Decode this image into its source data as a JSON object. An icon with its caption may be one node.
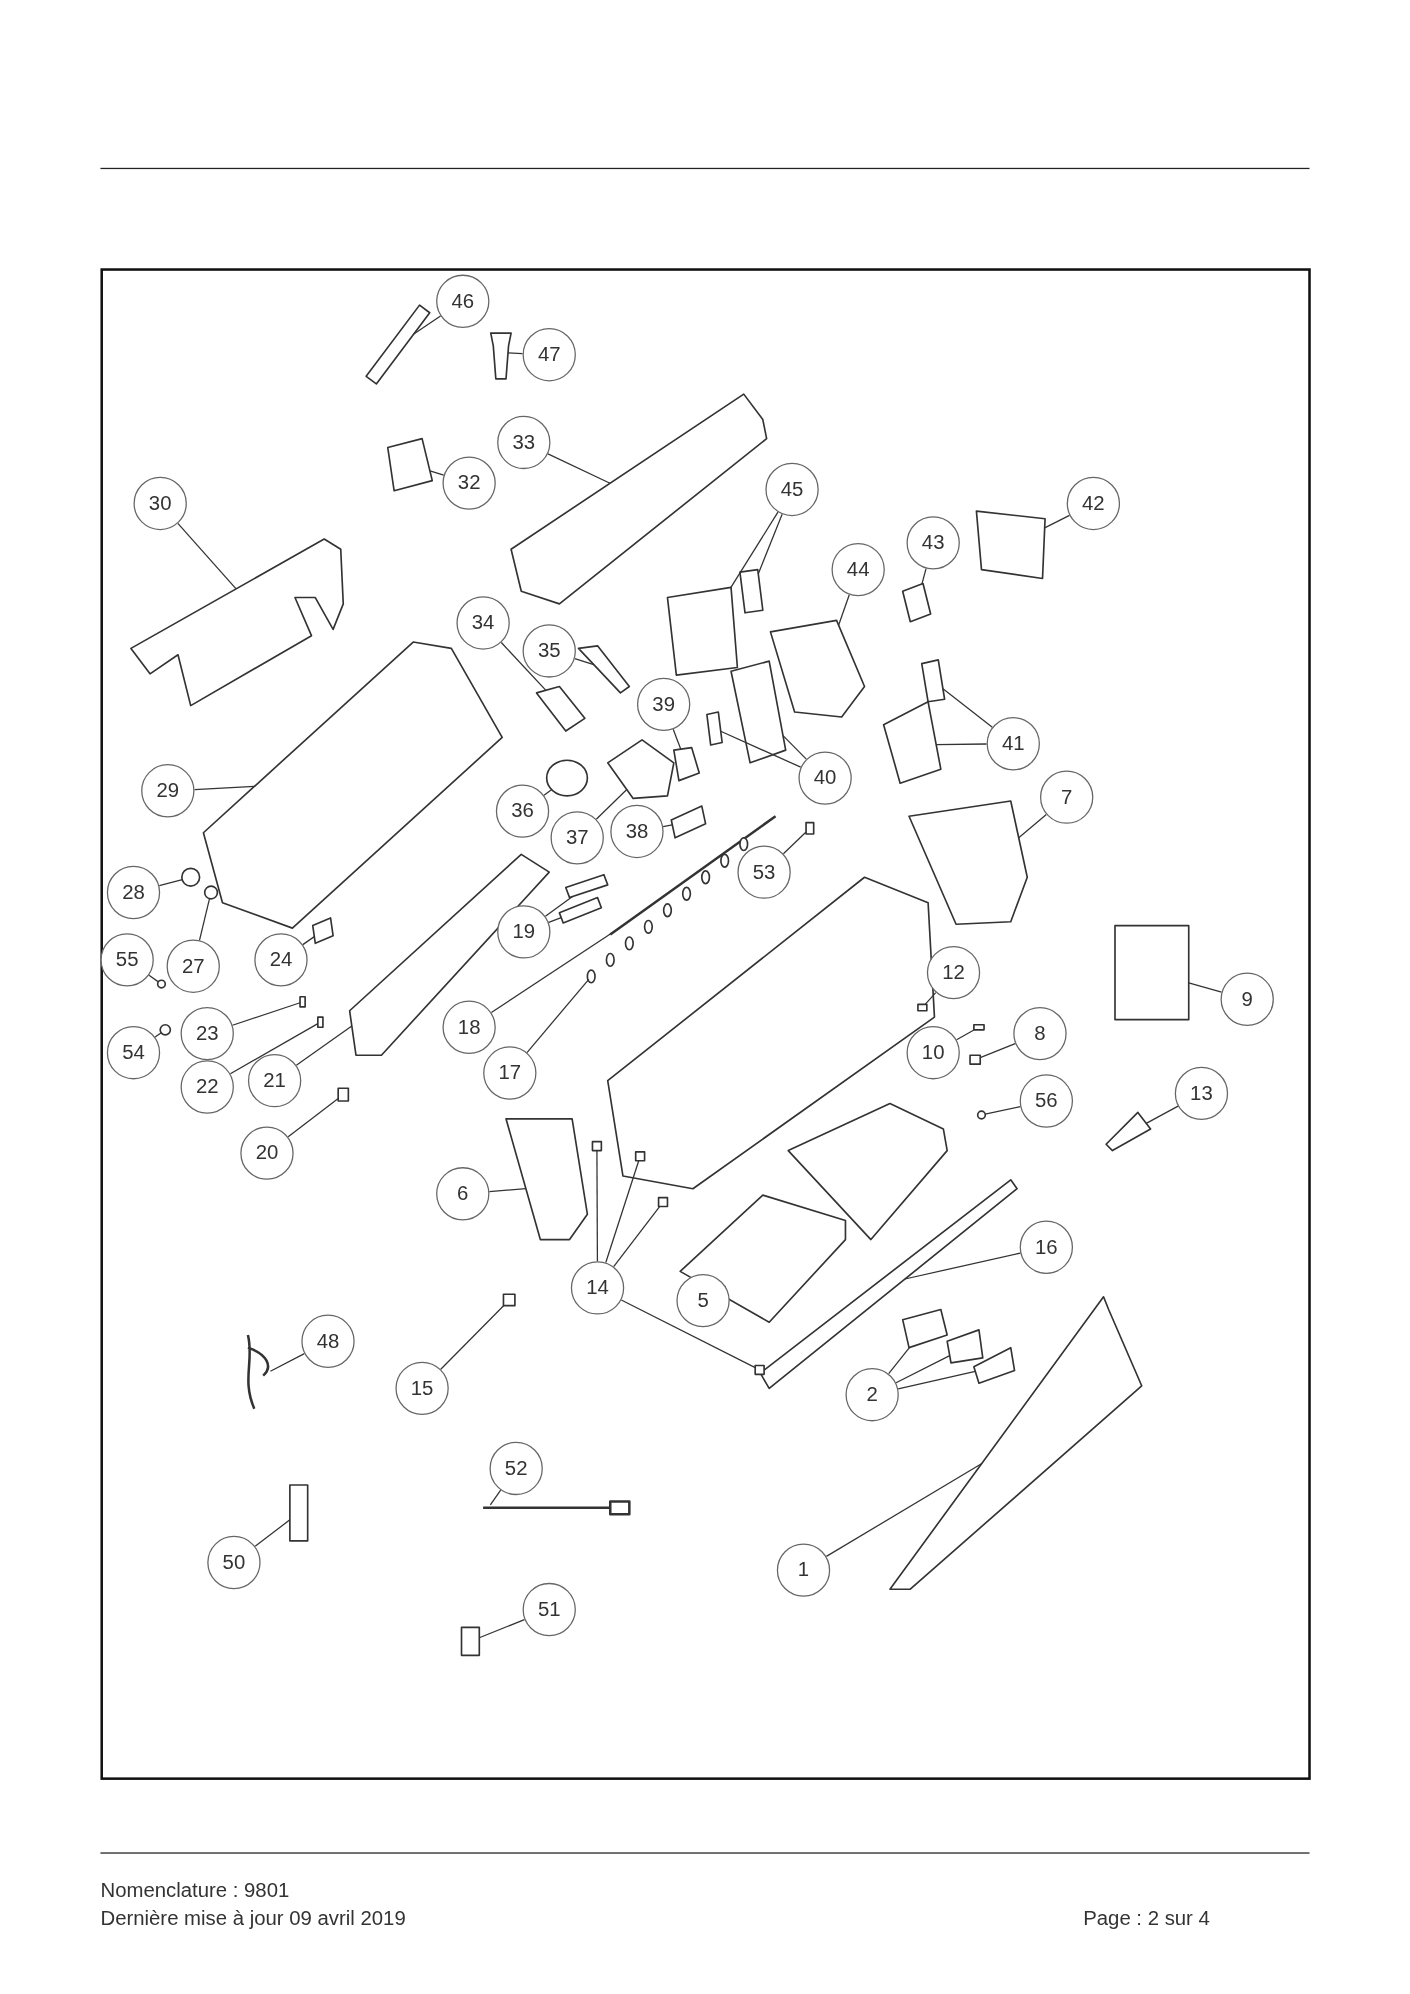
{
  "diagram": {
    "nodes": [
      {
        "text": [
          "46"
        ]
      },
      {
        "text": [
          "47"
        ]
      },
      {
        "text": [
          "33"
        ]
      },
      {
        "text": [
          "32"
        ]
      },
      {
        "text": [
          "30"
        ]
      },
      {
        "text": [
          "45"
        ]
      },
      {
        "text": [
          "42"
        ]
      },
      {
        "text": [
          "43"
        ]
      },
      {
        "text": [
          "44"
        ]
      },
      {
        "text": [
          "34"
        ]
      },
      {
        "text": [
          "35"
        ]
      },
      {
        "text": [
          "39"
        ]
      },
      {
        "text": [
          "29"
        ]
      },
      {
        "text": [
          "40"
        ]
      },
      {
        "text": [
          "41"
        ]
      },
      {
        "text": [
          "7"
        ]
      },
      {
        "text": [
          "36"
        ]
      },
      {
        "text": [
          "37"
        ]
      },
      {
        "text": [
          "38"
        ]
      },
      {
        "text": [
          "53"
        ]
      },
      {
        "text": [
          "28"
        ]
      },
      {
        "text": [
          "24"
        ]
      },
      {
        "text": [
          "19"
        ]
      },
      {
        "text": [
          "55"
        ]
      },
      {
        "text": [
          "27"
        ]
      },
      {
        "text": [
          "12"
        ]
      },
      {
        "text": [
          "9"
        ]
      },
      {
        "text": [
          "23"
        ]
      },
      {
        "text": [
          "18"
        ]
      },
      {
        "text": [
          "8"
        ]
      },
      {
        "text": [
          "54"
        ]
      },
      {
        "text": [
          "10"
        ]
      },
      {
        "text": [
          "22"
        ]
      },
      {
        "text": [
          "21"
        ]
      },
      {
        "text": [
          "17"
        ]
      },
      {
        "text": [
          "56"
        ]
      },
      {
        "text": [
          "13"
        ]
      },
      {
        "text": [
          "20"
        ]
      },
      {
        "text": [
          "6"
        ]
      },
      {
        "text": [
          "16"
        ]
      },
      {
        "text": [
          "14"
        ]
      },
      {
        "text": [
          "5"
        ]
      },
      {
        "text": [
          "48"
        ]
      },
      {
        "text": [
          "15"
        ]
      },
      {
        "text": [
          "2"
        ]
      },
      {
        "text": [
          "52"
        ]
      },
      {
        "text": [
          "1"
        ]
      },
      {
        "text": [
          "50"
        ]
      },
      {
        "text": [
          "51"
        ]
      },
      {
        "text": [],
        "shape": "box"
      },
      {
        "text": [],
        "shape": "box"
      },
      {
        "text": [],
        "shape": "box"
      },
      {
        "text": [],
        "shape": "box"
      },
      {
        "text": [],
        "shape": "box"
      },
      {
        "text": [],
        "shape": "box"
      },
      {
        "text": [],
        "shape": "box"
      },
      {
        "text": [],
        "shape": "box"
      },
      {
        "text": [],
        "shape": "box"
      },
      {
        "text": [],
        "shape": "box"
      },
      {
        "text": [],
        "shape": "box"
      },
      {
        "text": [],
        "shape": "box"
      },
      {
        "text": [],
        "shape": "box"
      },
      {
        "text": [],
        "shape": "box"
      },
      {
        "text": [],
        "shape": "box"
      },
      {
        "text": [],
        "shape": "box"
      },
      {
        "text": [],
        "shape": "box"
      },
      {
        "text": [],
        "shape": "box"
      },
      {
        "text": [],
        "shape": "box"
      },
      {
        "text": [],
        "shape": "circle"
      },
      {
        "text": [],
        "shape": "box"
      },
      {
        "text": [],
        "shape": "box"
      },
      {
        "text": [],
        "shape": "box"
      },
      {
        "text": [],
        "shape": "circle"
      },
      {
        "text": [],
        "shape": "box"
      },
      {
        "text": [],
        "shape": "box"
      },
      {
        "text": [],
        "shape": "box"
      },
      {
        "text": [],
        "shape": "circle"
      },
      {
        "text": [],
        "shape": "circle"
      },
      {
        "text": [],
        "shape": "box"
      },
      {
        "text": [],
        "shape": "box"
      },
      {
        "text": [],
        "shape": "box"
      },
      {
        "text": [],
        "shape": "picture"
      },
      {
        "text": [],
        "shape": "box"
      },
      {
        "text": [],
        "shape": "circle"
      },
      {
        "text": [],
        "shape": "box"
      },
      {
        "text": [],
        "shape": "box"
      },
      {
        "text": [],
        "shape": "box"
      },
      {
        "text": [],
        "shape": "picture"
      },
      {
        "text": [],
        "shape": "circle"
      },
      {
        "text": [],
        "shape": "box"
      },
      {
        "text": [],
        "shape": "box"
      },
      {
        "text": [],
        "shape": "box"
      },
      {
        "text": [],
        "shape": "box"
      },
      {
        "text": [],
        "shape": "box"
      },
      {
        "text": [],
        "shape": "box"
      },
      {
        "text": [],
        "shape": "box"
      },
      {
        "text": [],
        "shape": "box"
      },
      {
        "text": [],
        "shape": "box"
      },
      {
        "text": [],
        "shape": "picture"
      },
      {
        "text": [],
        "shape": "box"
      },
      {
        "text": [],
        "shape": "box"
      },
      {
        "text": [],
        "shape": "box"
      },
      {
        "text": [],
        "shape": "box"
      },
      {
        "text": [],
        "shape": "picture"
      },
      {
        "text": [],
        "shape": "box"
      },
      {
        "text": [],
        "shape": "box"
      },
      {
        "text": [],
        "shape": "box"
      }
    ],
    "edges": [
      {
        "from": 0,
        "to": 49,
        "arrow": "none"
      },
      {
        "from": 1,
        "to": 50,
        "arrow": "none"
      },
      {
        "from": 2,
        "to": 51,
        "arrow": "none"
      },
      {
        "from": 3,
        "to": 52,
        "arrow": "none"
      },
      {
        "from": 4,
        "to": 53,
        "arrow": "none"
      },
      {
        "from": 5,
        "to": 54,
        "arrow": "none"
      },
      {
        "from": 5,
        "to": 55,
        "arrow": "none"
      },
      {
        "from": 6,
        "to": 56,
        "arrow": "none"
      },
      {
        "from": 7,
        "to": 57,
        "arrow": "none"
      },
      {
        "from": 8,
        "to": 58,
        "arrow": "none"
      },
      {
        "from": 9,
        "to": 59,
        "arrow": "none"
      },
      {
        "from": 10,
        "to": 60,
        "arrow": "none"
      },
      {
        "from": 11,
        "to": 61,
        "arrow": "none"
      },
      {
        "from": 12,
        "to": 62,
        "arrow": "none"
      },
      {
        "from": 13,
        "to": 63,
        "arrow": "none"
      },
      {
        "from": 13,
        "to": 64,
        "arrow": "none"
      },
      {
        "from": 14,
        "to": 65,
        "arrow": "none"
      },
      {
        "from": 14,
        "to": 66,
        "arrow": "none"
      },
      {
        "from": 15,
        "to": 67,
        "arrow": "none"
      },
      {
        "from": 16,
        "to": 68,
        "arrow": "none"
      },
      {
        "from": 17,
        "to": 69,
        "arrow": "none"
      },
      {
        "from": 18,
        "to": 70,
        "arrow": "none"
      },
      {
        "from": 19,
        "to": 71,
        "arrow": "none"
      },
      {
        "from": 20,
        "to": 72,
        "arrow": "none"
      },
      {
        "from": 21,
        "to": 73,
        "arrow": "none"
      },
      {
        "from": 22,
        "to": 74,
        "arrow": "none"
      },
      {
        "from": 22,
        "to": 75,
        "arrow": "none"
      },
      {
        "from": 23,
        "to": 76,
        "arrow": "none"
      },
      {
        "from": 24,
        "to": 77,
        "arrow": "none"
      },
      {
        "from": 25,
        "to": 78,
        "arrow": "none"
      },
      {
        "from": 26,
        "to": 79,
        "arrow": "none"
      },
      {
        "from": 27,
        "to": 80,
        "arrow": "none"
      },
      {
        "from": 28,
        "to": 81,
        "arrow": "none"
      },
      {
        "from": 29,
        "to": 82,
        "arrow": "none"
      },
      {
        "from": 30,
        "to": 83,
        "arrow": "none"
      },
      {
        "from": 31,
        "to": 84,
        "arrow": "none"
      },
      {
        "from": 32,
        "to": 85,
        "arrow": "none"
      },
      {
        "from": 33,
        "to": 86,
        "arrow": "none"
      },
      {
        "from": 34,
        "to": 87,
        "arrow": "none"
      },
      {
        "from": 35,
        "to": 88,
        "arrow": "none"
      },
      {
        "from": 36,
        "to": 89,
        "arrow": "none"
      },
      {
        "from": 37,
        "to": 90,
        "arrow": "none"
      },
      {
        "from": 38,
        "to": 91,
        "arrow": "none"
      },
      {
        "from": 39,
        "to": 92,
        "arrow": "none"
      },
      {
        "from": 40,
        "to": 93,
        "arrow": "none"
      },
      {
        "from": 40,
        "to": 94,
        "arrow": "none"
      },
      {
        "from": 40,
        "to": 95,
        "arrow": "none"
      },
      {
        "from": 40,
        "to": 96,
        "arrow": "none"
      },
      {
        "from": 41,
        "to": 97,
        "arrow": "none"
      },
      {
        "from": 42,
        "to": 98,
        "arrow": "none"
      },
      {
        "from": 43,
        "to": 99,
        "arrow": "none"
      },
      {
        "from": 44,
        "to": 100,
        "arrow": "none"
      },
      {
        "from": 44,
        "to": 101,
        "arrow": "none"
      },
      {
        "from": 44,
        "to": 102,
        "arrow": "none"
      },
      {
        "from": 45,
        "to": 103,
        "arrow": "none"
      },
      {
        "from": 46,
        "to": 104,
        "arrow": "none"
      },
      {
        "from": 47,
        "to": 105,
        "arrow": "none"
      },
      {
        "from": 48,
        "to": 106,
        "arrow": "none"
      }
    ],
    "labels": [
      "Nomenclature : 9801",
      "Dernière mise à jour 09 avril 2019",
      "Page : 2 sur 4"
    ]
  }
}
